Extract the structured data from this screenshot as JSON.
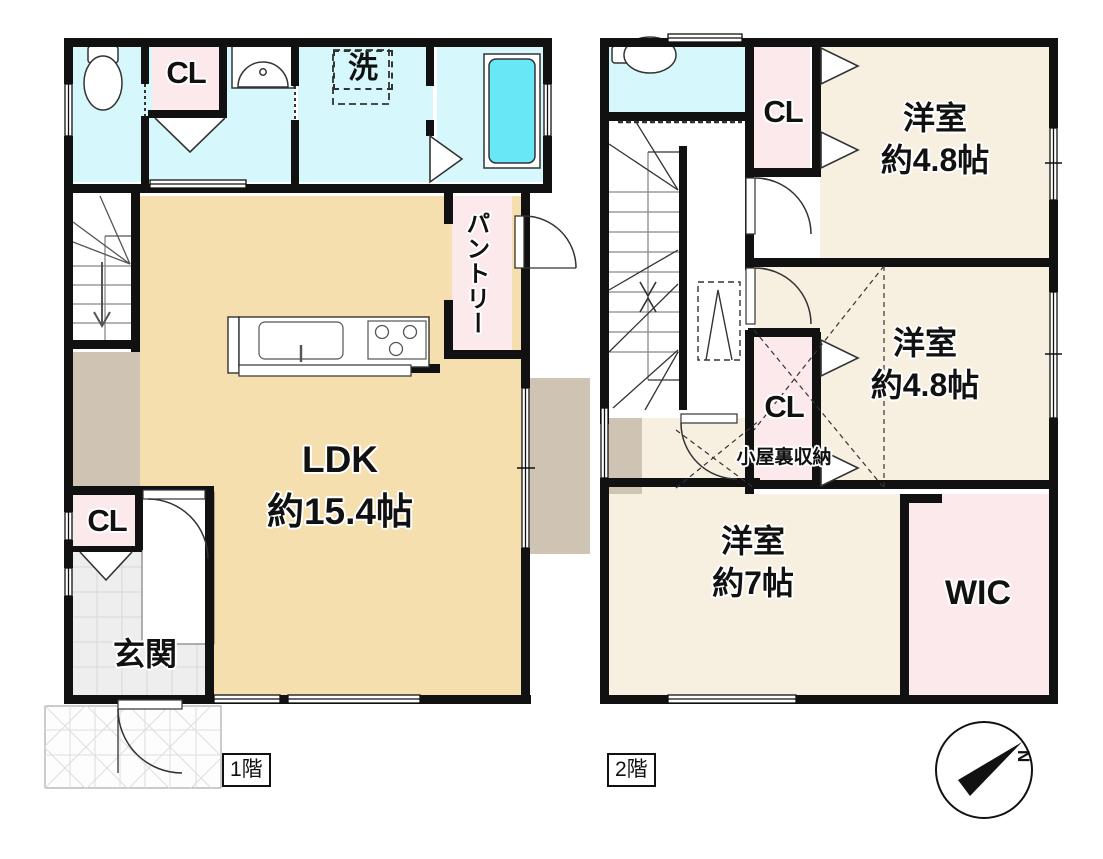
{
  "document": {
    "type": "japanese-real-estate-floor-plan",
    "title": "間取り図"
  },
  "floors": [
    {
      "id": "floor1",
      "tag_label": "1階",
      "rooms": [
        {
          "name": "toilet",
          "label": "",
          "fill": "#d6f7fb"
        },
        {
          "name": "closet-hall",
          "label": "CL",
          "fill": "#fce9ec"
        },
        {
          "name": "washroom",
          "label": "洗",
          "fill": "#d6f7fb"
        },
        {
          "name": "bathroom",
          "label": "",
          "fill": "#d6f7fb"
        },
        {
          "name": "ldk",
          "label": "LDK",
          "area": "約15.4帖",
          "fill": "#f5dfae"
        },
        {
          "name": "pantry",
          "label": "パントリー",
          "fill": "#fce9ec"
        },
        {
          "name": "entrance",
          "label": "玄関",
          "fill": "#eeeeee"
        },
        {
          "name": "entrance-closet",
          "label": "CL",
          "fill": "#fce9ec"
        }
      ],
      "fixtures": [
        "toilet-bowl",
        "hand-basin",
        "washing-machine-space",
        "bathtub",
        "kitchen-sink",
        "gas-stove-3burner",
        "staircase-down"
      ]
    },
    {
      "id": "floor2",
      "tag_label": "2階",
      "rooms": [
        {
          "name": "toilet",
          "label": "",
          "fill": "#d6f7fb"
        },
        {
          "name": "closet-north",
          "label": "CL",
          "fill": "#fce9ec"
        },
        {
          "name": "western-room-north",
          "label": "洋室",
          "area": "約4.8帖",
          "fill": "#f7f0e1"
        },
        {
          "name": "closet-mid",
          "label": "CL",
          "fill": "#fce9ec"
        },
        {
          "name": "attic-storage",
          "label": "小屋裏収納",
          "fill": "#f7f0e1"
        },
        {
          "name": "western-room-mid",
          "label": "洋室",
          "area": "約4.8帖",
          "fill": "#f7f0e1"
        },
        {
          "name": "western-room-south",
          "label": "洋室",
          "area": "約7帖",
          "fill": "#f7f0e1"
        },
        {
          "name": "walk-in-closet",
          "label": "WIC",
          "fill": "#fce9ec"
        }
      ],
      "fixtures": [
        "toilet-bowl",
        "staircase-up-down",
        "attic-ladder",
        "hall"
      ]
    }
  ],
  "compass": {
    "label": "N",
    "name": "north-arrow"
  },
  "colors": {
    "wall": "#111111",
    "water_area": "#d6f7fb",
    "bathtub": "#68e8f7",
    "closet_pink": "#fce9ec",
    "ldk_floor": "#f5dfae",
    "room_floor": "#f7f0e1",
    "entrance_tile": "#eeeeee",
    "terrace": "#cfc3b4",
    "text": "#111111"
  }
}
